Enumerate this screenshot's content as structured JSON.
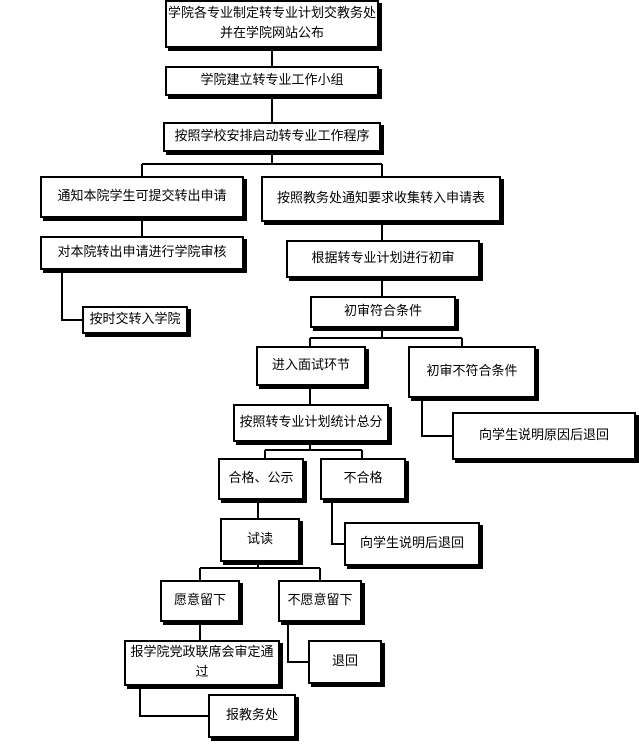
{
  "nodes": {
    "n1": [
      "学院各专业制定转专业计划交教务处",
      "并在学院网站公布"
    ],
    "n2": "学院建立转专业工作小组",
    "n3": "按照学校安排启动转专业工作程序",
    "n4": "通知本院学生可提交转出申请",
    "n5": "按照教务处通知要求收集转入申请表",
    "n6": "对本院转出申请进行学院审核",
    "n7": "根据转专业计划进行初审",
    "n8": "按时交转入学院",
    "n9": "初审符合条件",
    "n10": "进入面试环节",
    "n11": "初审不符合条件",
    "n12": "按照转专业计划统计总分",
    "n13": "向学生说明原因后退回",
    "n14": "合格、公示",
    "n15": "不合格",
    "n16": "试读",
    "n17": "向学生说明后退回",
    "n18": "愿意留下",
    "n19": "不愿意留下",
    "n20": "报学院党政联席会审定通过",
    "n21": "退回",
    "n22": "报教务处"
  }
}
